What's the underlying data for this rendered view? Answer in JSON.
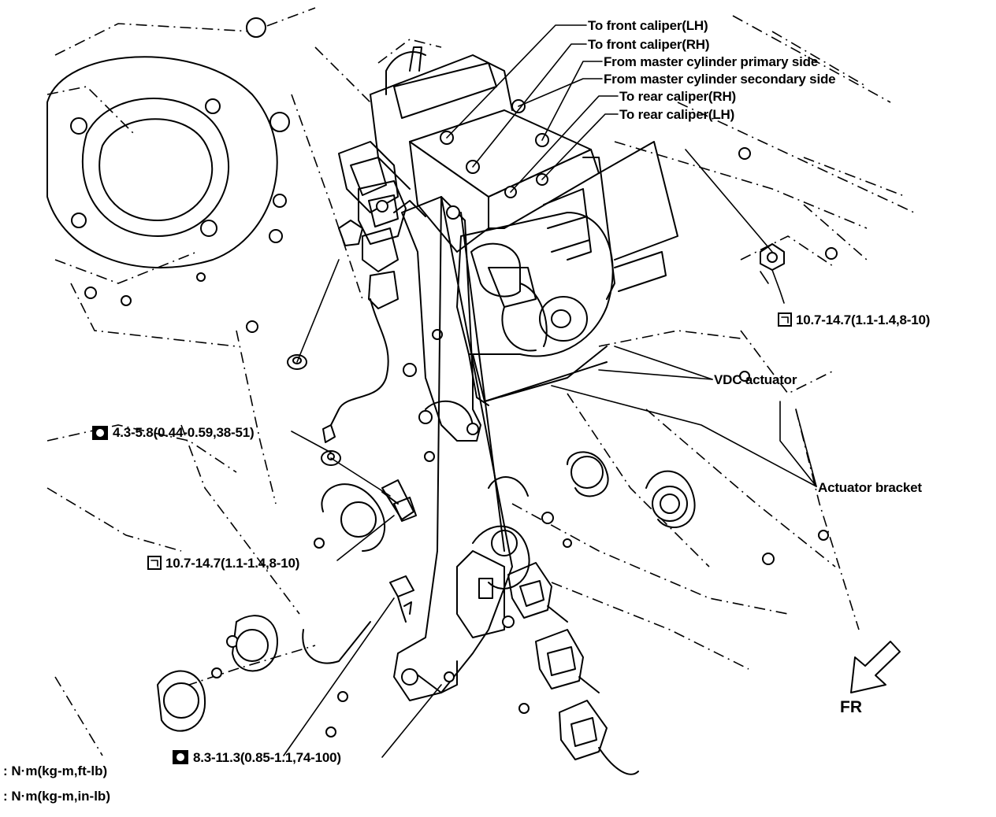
{
  "callouts": {
    "front_caliper_lh": "To front caliper(LH)",
    "front_caliper_rh": "To front caliper(RH)",
    "master_primary": "From master cylinder primary side",
    "master_secondary": "From master cylinder secondary side",
    "rear_caliper_rh": "To rear caliper(RH)",
    "rear_caliper_lh": "To rear caliper(LH)",
    "vdc_actuator": "VDC actuator",
    "actuator_bracket": "Actuator bracket",
    "front_arrow": "FR"
  },
  "torques": {
    "nut_right": "10.7-14.7(1.1-1.4,8-10)",
    "ground_bolt": "4.3-5.8(0.44-0.59,38-51)",
    "bracket_bolt": "10.7-14.7(1.1-1.4,8-10)",
    "bracket_lower": "8.3-11.3(0.85-1.1,74-100)"
  },
  "legend": {
    "ft_lb": ": N·m(kg-m,ft-lb)",
    "in_lb": ": N·m(kg-m,in-lb)"
  },
  "icons": {
    "ft_lb_symbol": "filled-square-wrench-icon",
    "in_lb_symbol": "bracket-wrench-icon"
  }
}
